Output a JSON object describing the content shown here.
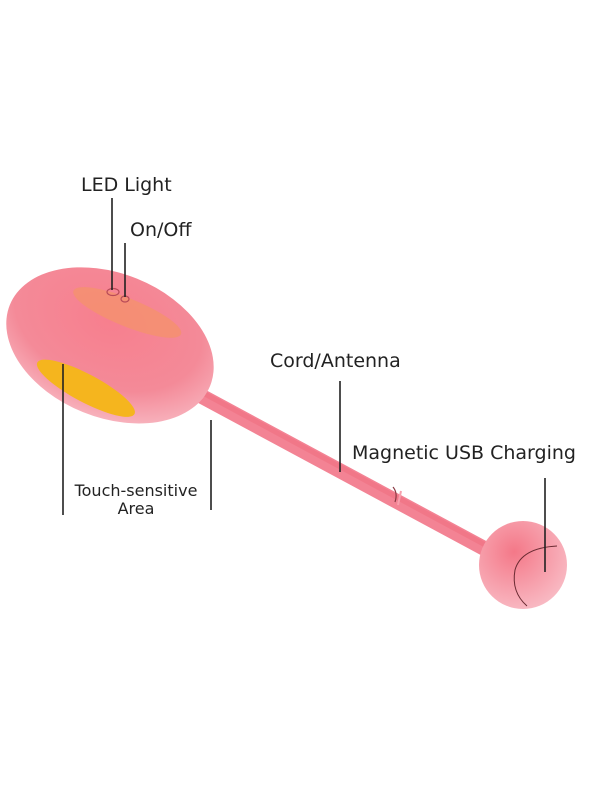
{
  "diagram": {
    "subject": "pink egg-shaped device with cord and ball end",
    "colors": {
      "body": "#f4808f",
      "body_light": "#f8b8c2",
      "led_patch": "#f5906a",
      "touch_patch": "#f5b51e",
      "leader_line": "#222222",
      "background": "#ffffff"
    },
    "labels": {
      "led_light": "LED Light",
      "on_off": "On/Off",
      "cord_antenna": "Cord/Antenna",
      "magnetic_usb_charging": "Magnetic USB Charging",
      "touch_sensitive_line1": "Touch-sensitive",
      "touch_sensitive_line2": "Area"
    }
  }
}
